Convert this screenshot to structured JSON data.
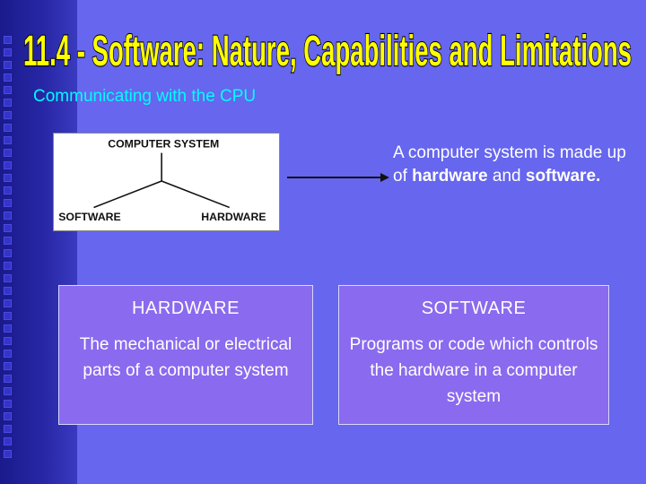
{
  "slide": {
    "title": "11.4 - Software: Nature, Capabilities and Limitations",
    "subtitle": "Communicating with the CPU",
    "colors": {
      "background": "#6666ee",
      "title": "#ffff00",
      "subtitle": "#00ffff",
      "box": "#8a6aee"
    }
  },
  "diagram": {
    "top_label": "COMPUTER SYSTEM",
    "left_label": "SOFTWARE",
    "right_label": "HARDWARE"
  },
  "intro": {
    "text_prefix": "A computer system is made up of ",
    "bold_hardware": "hardware",
    "text_and": " and ",
    "bold_software": "software."
  },
  "hardware_box": {
    "heading": "HARDWARE",
    "body": "The mechanical or electrical parts of a computer system"
  },
  "software_box": {
    "heading": "SOFTWARE",
    "body": "Programs or code which controls the hardware in a computer system"
  }
}
